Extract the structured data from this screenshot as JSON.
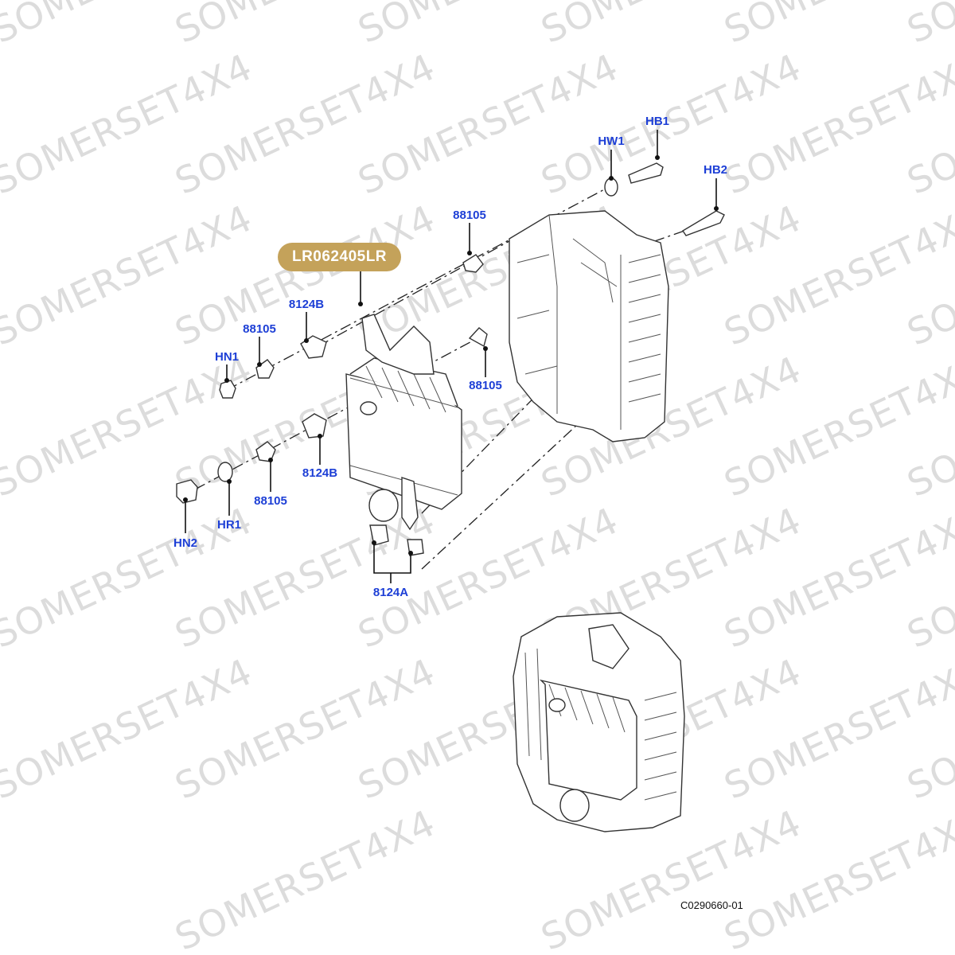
{
  "watermark": "SOMERSET4X4",
  "part_number": "LR062405LR",
  "figure_code": "C0290660-01",
  "callouts": {
    "hb1": "HB1",
    "hw1": "HW1",
    "hb2": "HB2",
    "c88105_top": "88105",
    "c8124b_upper": "8124B",
    "c88105_left": "88105",
    "hn1": "HN1",
    "c88105_right": "88105",
    "c8124b_lower": "8124B",
    "c88105_lower": "88105",
    "hr1": "HR1",
    "hn2": "HN2",
    "c8124a": "8124A"
  },
  "colors": {
    "callout": "#1d3fd6",
    "badge": "#c4a25a",
    "watermark": "#dcdcdc"
  }
}
